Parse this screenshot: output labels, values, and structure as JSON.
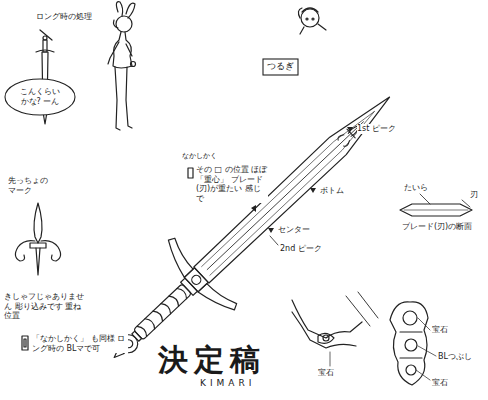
{
  "diagram": {
    "title": "決定稿",
    "nodes": [
      {
        "text": [
          "こんくらい かな? ーん"
        ]
      },
      {
        "text": [
          "つるぎ"
        ]
      }
    ],
    "labels": [
      "ロング時の処理",
      "先っちょのマーク",
      "きしゃフじゃありません 彫り込みです 重ね位置",
      "「なかしかく」 も同様 ロング時の BLマで可",
      "なかしかく",
      "その □ の位置 ほぼ「重心」 ブレード(刃)が重たい 感じで",
      "1st ピーク",
      "ボトム",
      "センター",
      "2nd ピーク",
      "たいら",
      "刃",
      "ブレード(刃)の断面",
      "宝石",
      "BLつぶし",
      "宝石",
      "宝石",
      "KIMARI"
    ]
  }
}
